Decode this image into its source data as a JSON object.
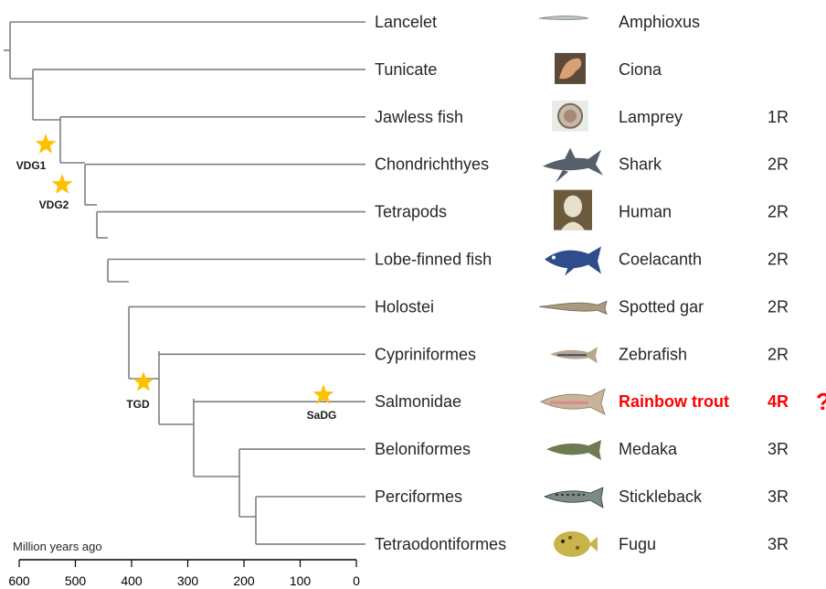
{
  "taxa": [
    {
      "group": "Lancelet",
      "species": "Amphioxus",
      "round": "",
      "highlight": false,
      "image": "lancelet-thumbnail"
    },
    {
      "group": "Tunicate",
      "species": "Ciona",
      "round": "",
      "highlight": false,
      "image": "tunicate-thumbnail"
    },
    {
      "group": "Jawless fish",
      "species": "Lamprey",
      "round": "1R",
      "highlight": false,
      "image": "lamprey-thumbnail"
    },
    {
      "group": "Chondrichthyes",
      "species": "Shark",
      "round": "2R",
      "highlight": false,
      "image": "shark-thumbnail"
    },
    {
      "group": "Tetrapods",
      "species": "Human",
      "round": "2R",
      "highlight": false,
      "image": "human-bust-thumbnail"
    },
    {
      "group": "Lobe-finned fish",
      "species": "Coelacanth",
      "round": "2R",
      "highlight": false,
      "image": "coelacanth-thumbnail"
    },
    {
      "group": "Holostei",
      "species": "Spotted gar",
      "round": "2R",
      "highlight": false,
      "image": "gar-thumbnail"
    },
    {
      "group": "Cypriniformes",
      "species": "Zebrafish",
      "round": "2R",
      "highlight": false,
      "image": "zebrafish-thumbnail"
    },
    {
      "group": "Salmonidae",
      "species": "Rainbow trout",
      "round": "4R",
      "highlight": true,
      "image": "trout-thumbnail"
    },
    {
      "group": "Beloniformes",
      "species": "Medaka",
      "round": "3R",
      "highlight": false,
      "image": "medaka-thumbnail"
    },
    {
      "group": "Perciformes",
      "species": "Stickleback",
      "round": "3R",
      "highlight": false,
      "image": "stickleback-thumbnail"
    },
    {
      "group": "Tetraodontiformes",
      "species": "Fugu",
      "round": "3R",
      "highlight": false,
      "image": "fugu-thumbnail"
    }
  ],
  "events": [
    {
      "label": "VDG1",
      "mya": 535
    },
    {
      "label": "VDG2",
      "mya": 505
    },
    {
      "label": "TGD",
      "mya": 360
    },
    {
      "label": "SaDG",
      "mya": 50
    }
  ],
  "axis": {
    "label": "Million years ago",
    "ticks": [
      600,
      500,
      400,
      300,
      200,
      100,
      0
    ]
  },
  "note_mark": "?",
  "colors": {
    "tree": "#7f7f7f",
    "text": "#262626",
    "star": "#ffc000",
    "highlight": "#ff0000"
  }
}
